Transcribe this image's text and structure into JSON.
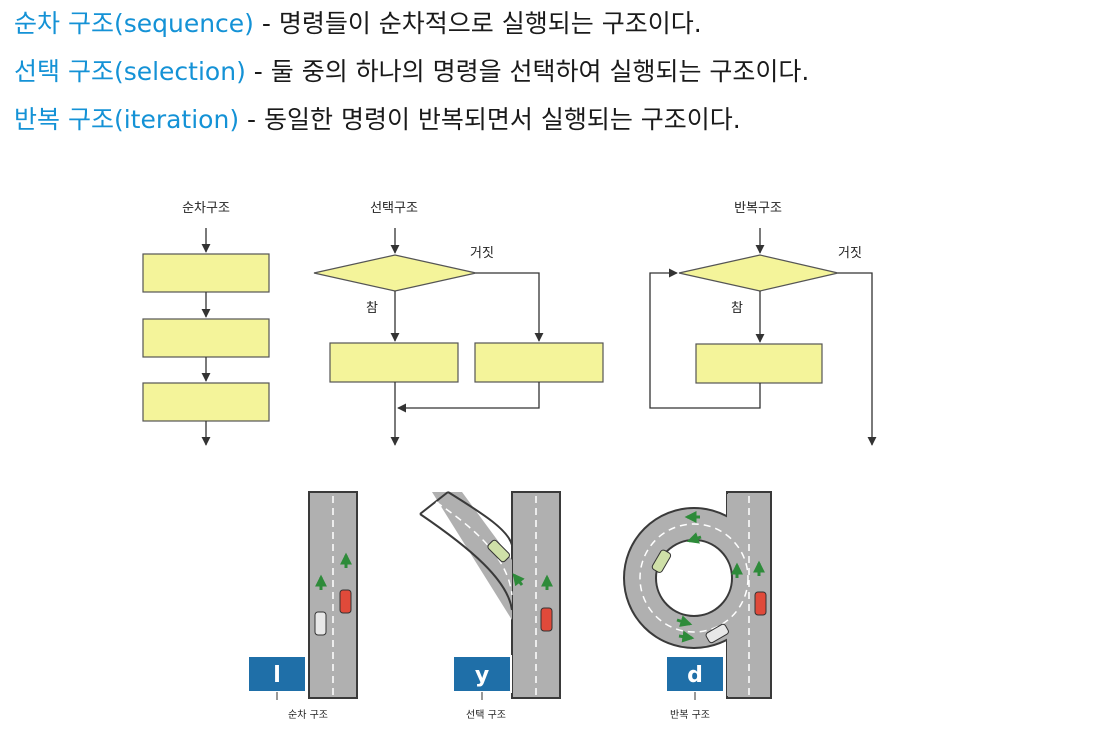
{
  "definitions": [
    {
      "term": "순차 구조(sequence)",
      "desc": " - 명령들이 순차적으로 실행되는 구조이다."
    },
    {
      "term": "선택 구조(selection)",
      "desc": " - 둘 중의 하나의 명령을 선택하여 실행되는 구조이다."
    },
    {
      "term": "반복 구조(iteration)",
      "desc": " - 동일한 명령이 반복되면서 실행되는 구조이다."
    }
  ],
  "flowcharts": {
    "sequence_title": "순차구조",
    "selection_title": "선택구조",
    "iteration_title": "반복구조",
    "true_label": "참",
    "false_label": "거짓"
  },
  "roads": {
    "sequence_caption": "순차 구조",
    "selection_caption": "선택 구조",
    "iteration_caption": "반복 구조",
    "sequence_sign": "l",
    "selection_sign": "y",
    "iteration_sign": "d"
  },
  "colors": {
    "term": "#1492d6",
    "box_fill": "#f4f49a",
    "box_stroke": "#555555",
    "road": "#b0b0b0",
    "sign": "#1f6fa8",
    "arrow_green": "#2e8b3a"
  }
}
